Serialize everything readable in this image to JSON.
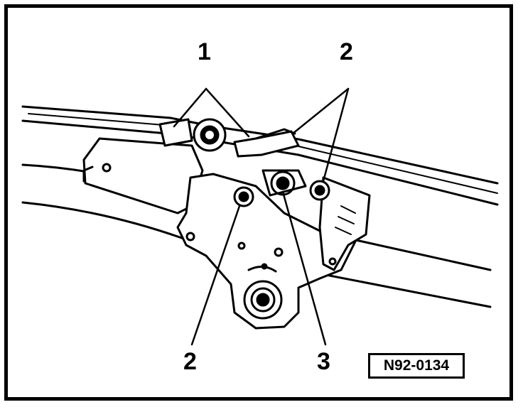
{
  "callouts": {
    "c1": "1",
    "c2_top": "2",
    "c2_bottom": "2",
    "c3": "3"
  },
  "reference_code": "N92-0134",
  "colors": {
    "ink": "#000000",
    "paper": "#ffffff"
  }
}
